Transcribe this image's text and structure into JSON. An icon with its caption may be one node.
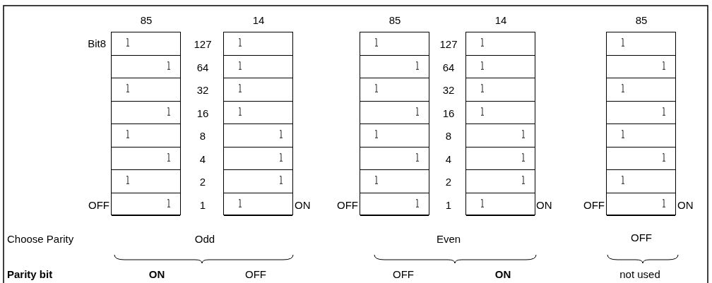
{
  "diagram": {
    "nodes": [
      {
        "text": [],
        "shape": "box",
        "beside": [
          "85",
          "Bit8",
          "OFF"
        ]
      },
      {
        "text": [],
        "shape": "box",
        "beside": [
          "14",
          "ON"
        ]
      },
      {
        "text": [],
        "shape": "box",
        "beside": [
          "85",
          "OFF"
        ]
      },
      {
        "text": [],
        "shape": "box",
        "beside": [
          "14",
          "ON"
        ]
      },
      {
        "text": [],
        "shape": "box",
        "beside": [
          "85",
          "OFF",
          "ON"
        ]
      }
    ],
    "labels": [
      "127",
      "127",
      "64",
      "64",
      "32",
      "32",
      "16",
      "16",
      "8",
      "8",
      "4",
      "4",
      "2",
      "2",
      "1",
      "1",
      "Choose Parity",
      "Odd",
      "Even",
      "OFF",
      "Parity bit",
      "ON",
      "OFF",
      "OFF",
      "ON",
      "not used"
    ]
  }
}
